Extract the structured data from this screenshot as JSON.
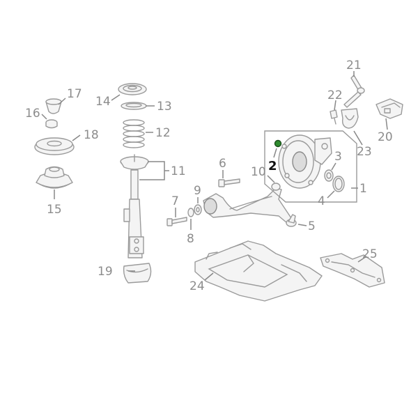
{
  "labels": {
    "l1": "1",
    "l2": "2",
    "l3": "3",
    "l4": "4",
    "l5": "5",
    "l6": "6",
    "l7": "7",
    "l8": "8",
    "l9": "9",
    "l10": "10",
    "l11": "11",
    "l12": "12",
    "l13": "13",
    "l14": "14",
    "l15": "15",
    "l16": "16",
    "l17": "17",
    "l18": "18",
    "l19": "19",
    "l20": "20",
    "l21": "21",
    "l22": "22",
    "l23": "23",
    "l24": "24",
    "l25": "25"
  },
  "colors": {
    "highlight": "#2e8b2e",
    "line": "#9a9a9a",
    "label": "#8c8c8c"
  }
}
